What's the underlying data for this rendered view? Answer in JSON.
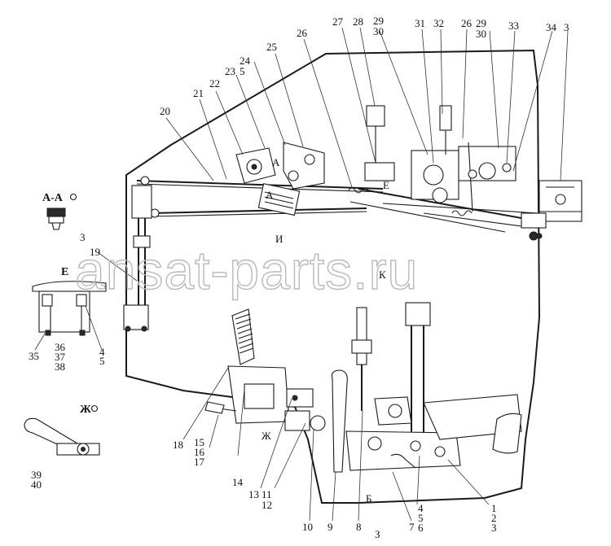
{
  "watermark": "ansat-parts.ru",
  "sections": {
    "aa": "А-А",
    "e": "Е",
    "zh": "Ж",
    "i": "И",
    "k": "К",
    "zh_view": "Ж",
    "b": "Б",
    "z": "З",
    "a_upper": "А",
    "a_lower": "А",
    "e_inner": "Е"
  },
  "callouts": {
    "n20": "20",
    "n21": "21",
    "n22": "22",
    "n23": "23",
    "n24": "24",
    "n5_top": "5",
    "n25": "25",
    "n26": "26",
    "n27": "27",
    "n28": "28",
    "n29a": "29",
    "n30a": "30",
    "n31": "31",
    "n32": "32",
    "n26b": "26",
    "n29b": "29",
    "n30b": "30",
    "n33": "33",
    "n34": "34",
    "n3_top": "3",
    "n3_aa": "3",
    "n19": "19",
    "n35": "35",
    "n36": "36",
    "n37": "37",
    "n38": "38",
    "n4_e": "4",
    "n5_e": "5",
    "n39": "39",
    "n40": "40",
    "n18": "18",
    "n15": "15",
    "n16": "16",
    "n17": "17",
    "n14": "14",
    "n13": "13",
    "n11": "11",
    "n12": "12",
    "n10": "10",
    "n9": "9",
    "n8": "8",
    "n7": "7",
    "n4_b": "4",
    "n5_b": "5",
    "n6_b": "6",
    "n1": "1",
    "n2": "2",
    "n3_b": "3"
  }
}
